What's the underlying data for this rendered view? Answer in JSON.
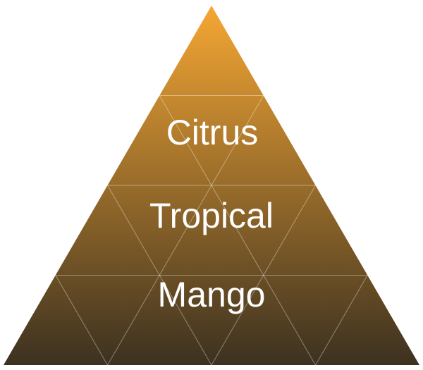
{
  "pyramid": {
    "tiers": [
      {
        "label": "Citrus"
      },
      {
        "label": "Tropical"
      },
      {
        "label": "Mango"
      }
    ],
    "colors": {
      "top": "#f5a734",
      "bottom": "#3c3120",
      "grid": "#ffffff",
      "text": "#ffffff"
    }
  }
}
